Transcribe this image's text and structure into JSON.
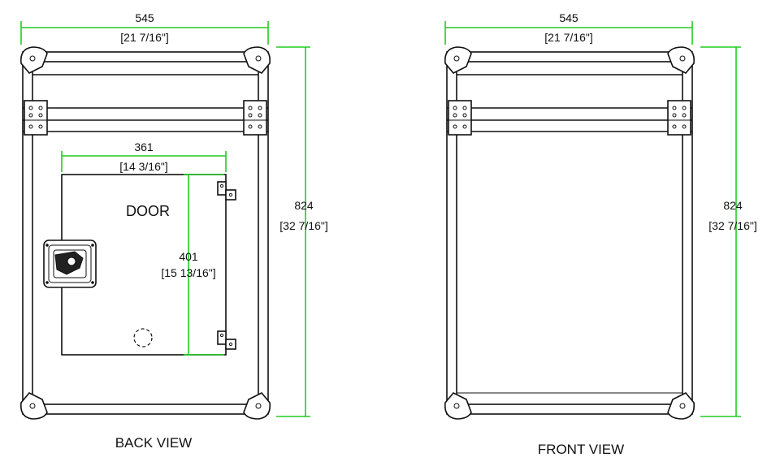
{
  "back_view": {
    "title": "BACK VIEW",
    "width_mm": "545",
    "width_in": "[21 7/16\"]",
    "height_mm": "824",
    "height_in": "[32 7/16\"]",
    "door": {
      "label": "DOOR",
      "width_mm": "361",
      "width_in": "[14 3/16\"]",
      "height_mm": "401",
      "height_in": "[15 13/16\"]"
    }
  },
  "front_view": {
    "title": "FRONT VIEW",
    "width_mm": "545",
    "width_in": "[21 7/16\"]",
    "height_mm": "824",
    "height_in": "[32 7/16\"]"
  },
  "colors": {
    "dimension": "#22cc22",
    "line": "#111111"
  }
}
